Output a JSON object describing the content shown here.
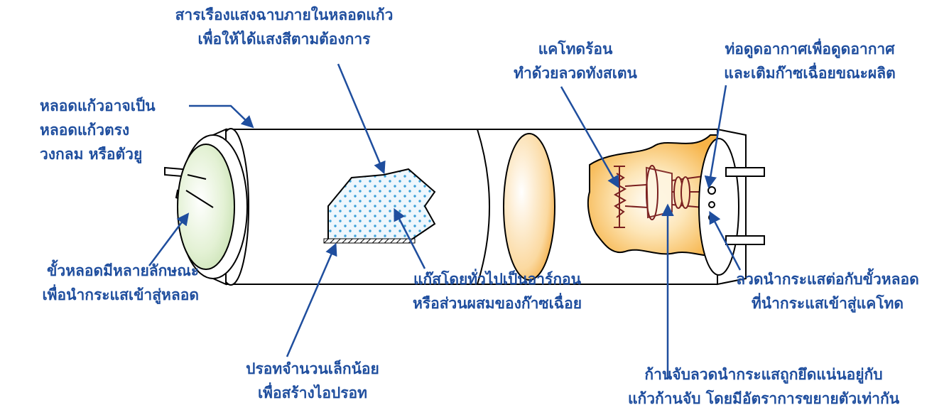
{
  "labels": {
    "coating": [
      "สารเรืองแสงฉาบภายในหลอดแก้ว",
      "เพื่อให้ได้แสงสีตามต้องการ"
    ],
    "cathode": [
      "แคโทดร้อน",
      "ทำด้วยลวดทังสเตน"
    ],
    "exhaust": [
      "ท่อดูดอากาศเพื่อดูดอากาศ",
      "และเติมก๊าซเฉื่อยขณะผลิต"
    ],
    "tube_shape": [
      "หลอดแก้วอาจเป็น",
      "หลอดแก้วตรง",
      "วงกลม หรือตัวยู"
    ],
    "base": [
      "ขั้วหลอดมีหลายลักษณะ",
      "เพื่อนำกระแสเข้าสู่หลอด"
    ],
    "gas": [
      "แก๊สโดยทั่วไปเป็นอาร์กอน",
      "หรือส่วนผสมของก๊าซเฉื่อย"
    ],
    "lead_wire": [
      "ลวดนำกระแสต่อกับขั้วหลอด",
      "ที่นำกระแสเข้าสู่แคโทด"
    ],
    "mercury": [
      "ปรอทจำนวนเล็กน้อย",
      "เพื่อสร้างไอปรอท"
    ],
    "stem": [
      "ก้านจับลวดนำกระแสถูกยึดแน่นอยู่กับ",
      "แก้วก้านจับ โดยมีอัตราการขยายตัวเท่ากัน"
    ]
  },
  "colors": {
    "label_text": "#1f4e9e",
    "leader_line": "#1f4e9e",
    "tube_outline": "#000000",
    "phosphor_dots": "#3aa0d8",
    "glow": "#f7b84a",
    "base_green": "#d9ecc8"
  },
  "icons": {
    "tube": "fluorescent-tube-drawing"
  }
}
